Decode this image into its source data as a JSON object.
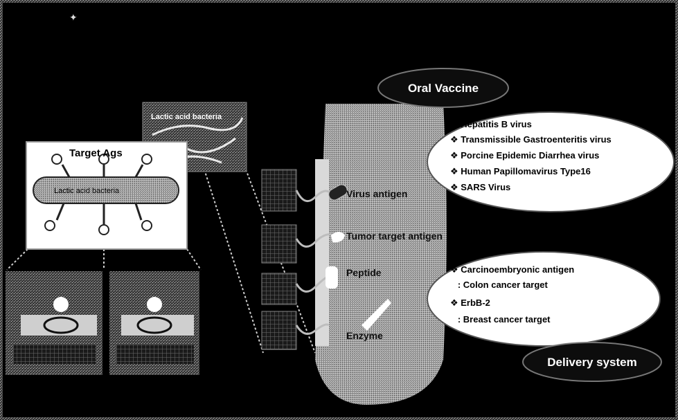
{
  "bacteria_photo_label": "Lactic acid bacteria",
  "target_box": {
    "title": "Target Ags",
    "cell_label": "Lactic acid bacteria"
  },
  "antigen_labels": [
    "Virus antigen",
    "Tumor target antigen",
    "Peptide",
    "Enzyme"
  ],
  "oral_vaccine": {
    "title": "Oral Vaccine",
    "items": [
      "❖ Hepatitis B virus",
      "❖ Transmissible Gastroenteritis virus",
      "❖ Porcine Epidemic Diarrhea virus",
      "❖ Human Papillomavirus Type16",
      "❖ SARS Virus"
    ]
  },
  "delivery": {
    "title": "Delivery system",
    "items": [
      "❖ Carcinoembryonic antigen",
      "   : Colon cancer target",
      "❖ ErbB-2",
      "   : Breast cancer target"
    ]
  },
  "colors": {
    "background": "#000000",
    "speckle": "#8c8c8c",
    "oval": "#ffffff",
    "pill": "#0d0d0d",
    "text_dark": "#000000",
    "text_light": "#ffffff"
  }
}
